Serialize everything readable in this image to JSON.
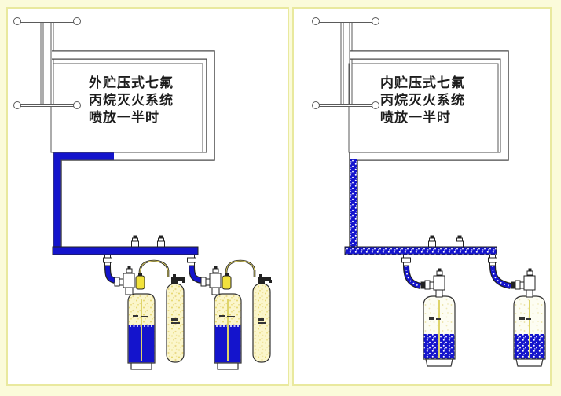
{
  "diagram_title": "",
  "colors": {
    "page_background": "#fbfbda",
    "panel_background": "#ffffff",
    "panel_border": "#e9e99e",
    "pipe_outline": "#4a4a4a",
    "equipment_outline": "#222222",
    "agent_liquid_blue": "#1414cc",
    "empty_pipe_white": "#ffffff",
    "cylinder_cream": "#fbf6cb",
    "cylinder_dot_yellow": "#e6d76d",
    "actuator_yellow": "#f2e23c",
    "siphon_tube_yellow": "#ded46a"
  },
  "panels": [
    {
      "id": "external-pressurized",
      "caption_lines": [
        "外贮压式七氟",
        "丙烷灭火系统",
        "喷放一半时"
      ],
      "visible_components": {
        "nozzles": 4,
        "agent_cylinders": 2,
        "nitrogen_driver_cylinders": 2,
        "manifold_relief_fittings": 2,
        "manifold_outlet_unions": 2,
        "pipe_state": "solid blue liquid fills riser, manifold, hoses and part of bottom pipe run",
        "cylinder_state": "agent cylinders roughly half full of blue liquid; driver cylinders full of dotted gas"
      }
    },
    {
      "id": "internal-pressurized",
      "caption_lines": [
        "内贮压式七氟",
        "丙烷灭火系统",
        "喷放一半时"
      ],
      "visible_components": {
        "nozzles": 4,
        "agent_cylinders": 2,
        "manifold_relief_fittings": 2,
        "manifold_outlet_unions": 2,
        "pipe_state": "bubbly two-phase flow (blue with white dots) in riser, manifold and hoses",
        "cylinder_state": "cylinders about one-third full of bubbly blue liquid with pale dotted headspace"
      }
    }
  ]
}
